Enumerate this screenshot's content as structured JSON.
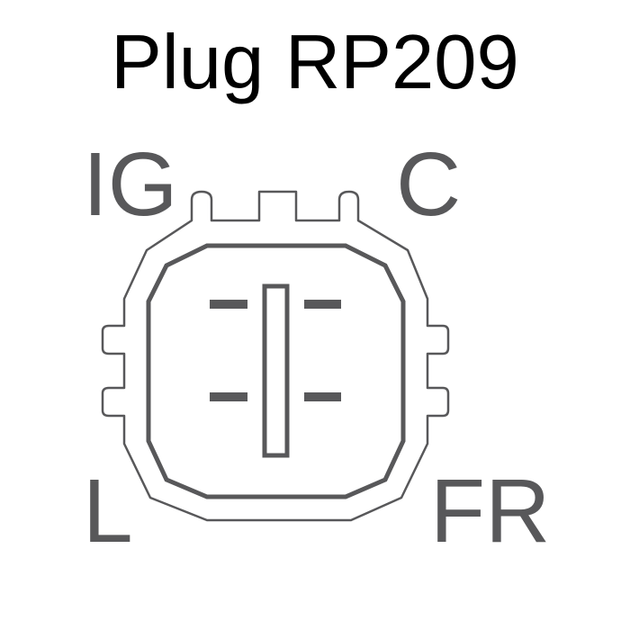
{
  "title": "Plug RP209",
  "pins": {
    "top_left": "IG",
    "top_right": "C",
    "bottom_left": "L",
    "bottom_right": "FR"
  },
  "colors": {
    "outline": "#58585a",
    "title": "#000000"
  }
}
